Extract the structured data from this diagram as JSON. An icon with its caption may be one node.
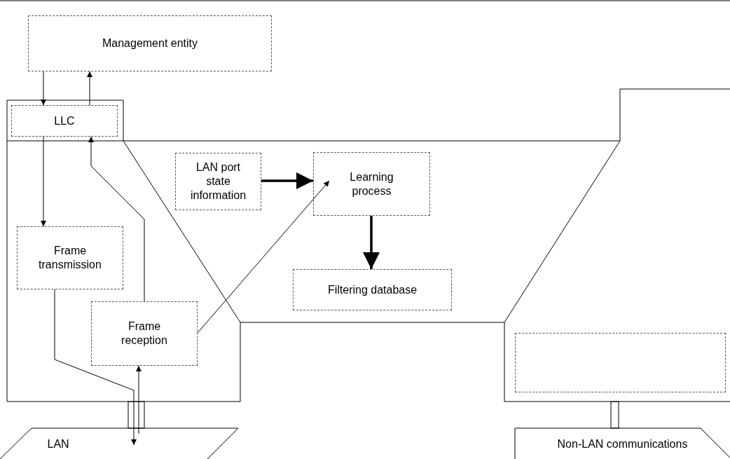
{
  "diagram": {
    "nodes": [
      {
        "text": [
          "Management entity"
        ]
      },
      {
        "text": [
          "LLC"
        ]
      },
      {
        "text": [
          "LAN port state information"
        ]
      },
      {
        "text": [
          "Learning process"
        ]
      },
      {
        "text": [
          "Frame transmission"
        ]
      },
      {
        "text": [
          "Frame reception"
        ]
      },
      {
        "text": [
          "Filtering database"
        ]
      },
      {
        "text": [],
        "shape": "box"
      },
      {
        "text": [
          "LAN"
        ]
      },
      {
        "text": [
          "Non-LAN communications"
        ]
      }
    ],
    "edges": [
      {
        "from": 0,
        "to": 1,
        "arrow": "to"
      },
      {
        "from": 1,
        "to": 0,
        "arrow": "to"
      },
      {
        "from": 1,
        "to": 4,
        "arrow": "to"
      },
      {
        "from": 5,
        "to": 1,
        "arrow": "to"
      },
      {
        "from": 2,
        "to": 3,
        "arrow": "to",
        "style": "thick"
      },
      {
        "from": 5,
        "to": 3,
        "arrow": "to"
      },
      {
        "from": 3,
        "to": 6,
        "arrow": "to",
        "style": "thick"
      },
      {
        "from": 4,
        "to": 8,
        "arrow": "to"
      },
      {
        "from": 8,
        "to": 5,
        "arrow": "to"
      }
    ]
  }
}
